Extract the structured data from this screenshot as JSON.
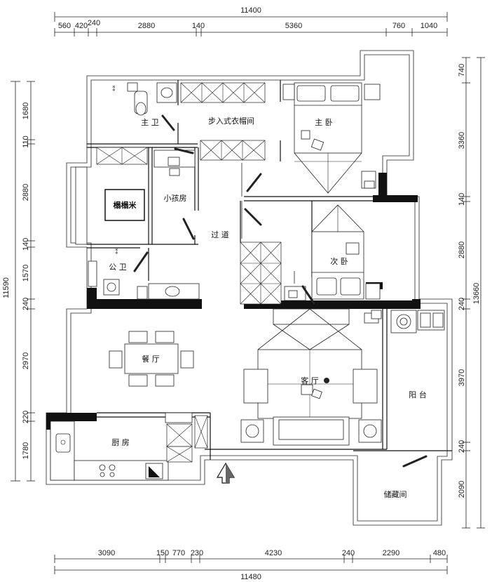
{
  "dimensions": {
    "top_total": "11400",
    "top_segments": [
      "560",
      "420",
      "240",
      "2880",
      "140",
      "5360",
      "760",
      "1040"
    ],
    "bottom_total": "11480",
    "bottom_segments": [
      "3090",
      "150",
      "770",
      "230",
      "4230",
      "240",
      "2290",
      "480"
    ],
    "left_total": "11590",
    "left_segments": [
      "1680",
      "110",
      "2880",
      "140",
      "1570",
      "240",
      "2970",
      "220",
      "1780"
    ],
    "right_total": "13660",
    "right_segments": [
      "740",
      "3360",
      "140",
      "2880",
      "240",
      "3970",
      "240",
      "2090"
    ]
  },
  "rooms": {
    "master_bath": "主 卫",
    "walk_in_closet": "步入式衣帽间",
    "master_bedroom": "主 卧",
    "tatami": "榻榻米",
    "kids_room": "小孩房",
    "corridor": "过 道",
    "public_bath": "公 卫",
    "second_bedroom": "次 卧",
    "dining": "餐 厅",
    "living": "客 厅",
    "balcony": "阳 台",
    "kitchen": "厨 房",
    "storage": "储藏间"
  }
}
